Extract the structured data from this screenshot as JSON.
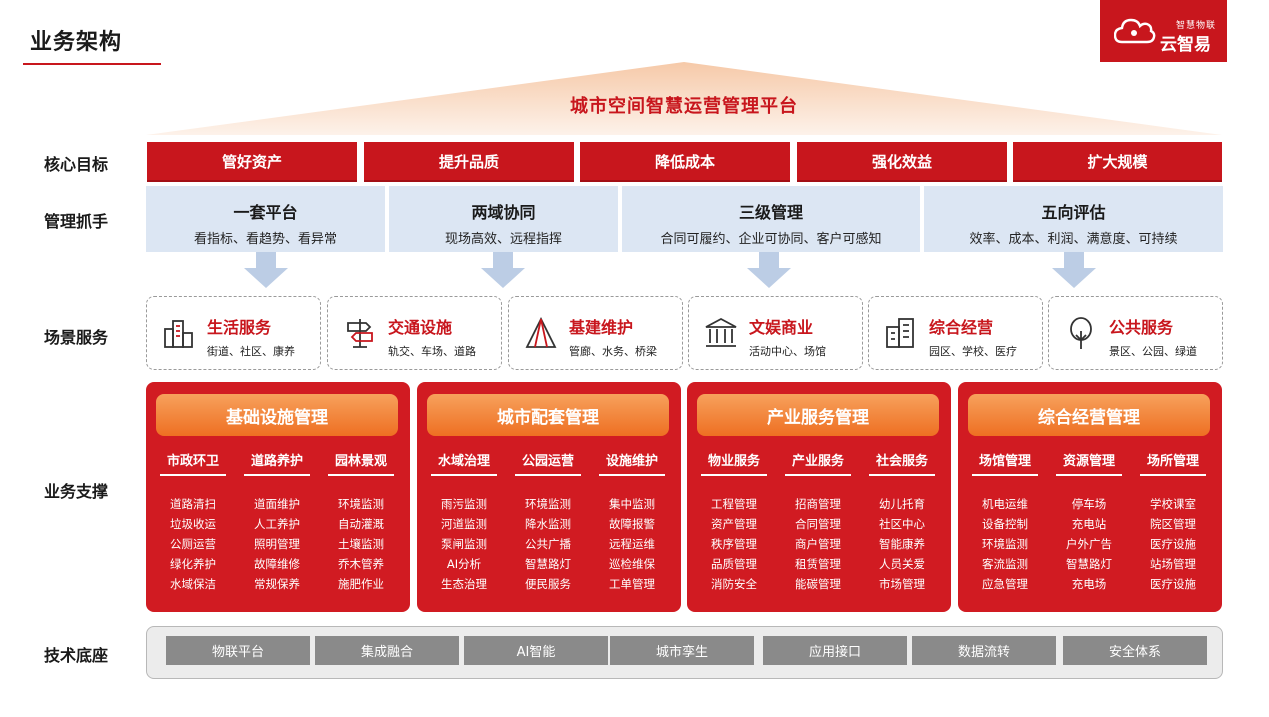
{
  "header": {
    "title": "业务架构"
  },
  "logo": {
    "tagline": "智慧物联",
    "name": "云智易"
  },
  "platform": {
    "title": "城市空间智慧运营管理平台"
  },
  "rows": {
    "goals": "核心目标",
    "levers": "管理抓手",
    "scenes": "场景服务",
    "support": "业务支撑",
    "tech": "技术底座"
  },
  "goals": [
    "管好资产",
    "提升品质",
    "降低成本",
    "强化效益",
    "扩大规模"
  ],
  "levers": [
    {
      "title": "一套平台",
      "desc": "看指标、看趋势、看异常"
    },
    {
      "title": "两域协同",
      "desc": "现场高效、远程指挥"
    },
    {
      "title": "三级管理",
      "desc": "合同可履约、企业可协同、客户可感知"
    },
    {
      "title": "五向评估",
      "desc": "效率、成本、利润、满意度、可持续"
    }
  ],
  "scenes": [
    {
      "title": "生活服务",
      "sub": "街道、社区、康养",
      "icon": "city-buildings-icon"
    },
    {
      "title": "交通设施",
      "sub": "轨交、车场、道路",
      "icon": "signpost-icon"
    },
    {
      "title": "基建维护",
      "sub": "管廊、水务、桥梁",
      "icon": "tent-icon"
    },
    {
      "title": "文娱商业",
      "sub": "活动中心、场馆",
      "icon": "museum-icon"
    },
    {
      "title": "综合经营",
      "sub": "园区、学校、医疗",
      "icon": "office-buildings-icon"
    },
    {
      "title": "公共服务",
      "sub": "景区、公园、绿道",
      "icon": "tree-icon"
    }
  ],
  "panels": [
    {
      "title": "基础设施管理",
      "columns": [
        {
          "title": "市政环卫",
          "items": [
            "道路清扫",
            "垃圾收运",
            "公厕运营",
            "绿化养护",
            "水域保洁"
          ]
        },
        {
          "title": "道路养护",
          "items": [
            "道面维护",
            "人工养护",
            "照明管理",
            "故障维修",
            "常规保养"
          ]
        },
        {
          "title": "园林景观",
          "items": [
            "环境监测",
            "自动灌溉",
            "土壤监测",
            "乔木管养",
            "施肥作业"
          ]
        }
      ]
    },
    {
      "title": "城市配套管理",
      "columns": [
        {
          "title": "水域治理",
          "items": [
            "雨污监测",
            "河道监测",
            "泵闸监测",
            "AI分析",
            "生态治理"
          ]
        },
        {
          "title": "公园运营",
          "items": [
            "环境监测",
            "降水监测",
            "公共广播",
            "智慧路灯",
            "便民服务"
          ]
        },
        {
          "title": "设施维护",
          "items": [
            "集中监测",
            "故障报警",
            "远程运维",
            "巡检维保",
            "工单管理"
          ]
        }
      ]
    },
    {
      "title": "产业服务管理",
      "columns": [
        {
          "title": "物业服务",
          "items": [
            "工程管理",
            "资产管理",
            "秩序管理",
            "品质管理",
            "消防安全"
          ]
        },
        {
          "title": "产业服务",
          "items": [
            "招商管理",
            "合同管理",
            "商户管理",
            "租赁管理",
            "能碳管理"
          ]
        },
        {
          "title": "社会服务",
          "items": [
            "幼儿托育",
            "社区中心",
            "智能康养",
            "人员关爱",
            "市场管理"
          ]
        }
      ]
    },
    {
      "title": "综合经营管理",
      "columns": [
        {
          "title": "场馆管理",
          "items": [
            "机电运维",
            "设备控制",
            "环境监测",
            "客流监测",
            "应急管理"
          ]
        },
        {
          "title": "资源管理",
          "items": [
            "停车场",
            "充电站",
            "户外广告",
            "智慧路灯",
            "充电场"
          ]
        },
        {
          "title": "场所管理",
          "items": [
            "学校课室",
            "院区管理",
            "医疗设施",
            "站场管理",
            "医疗设施"
          ]
        }
      ]
    }
  ],
  "tech": [
    "物联平台",
    "集成融合",
    "AI智能",
    "城市孪生",
    "应用接口",
    "数据流转",
    "安全体系"
  ],
  "colors": {
    "brand_red": "#c8161d",
    "orange": "#ee6f22",
    "lever_blue": "#dce6f3",
    "tech_gray": "#8a8a8a"
  }
}
